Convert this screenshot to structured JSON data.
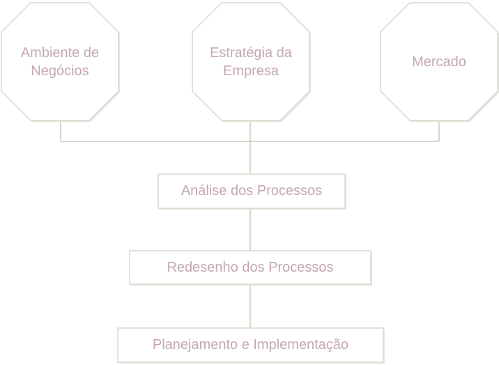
{
  "colors": {
    "text": "#c4a8b0",
    "stroke": "#d8d8cc",
    "connector": "#c8c8b8",
    "fill": "#ffffff",
    "shadow": "#e6e6e0"
  },
  "inputs": [
    {
      "label": "Ambiente de\nNegócios"
    },
    {
      "label": "Estratégia da\nEmpresa"
    },
    {
      "label": "Mercado"
    }
  ],
  "steps": [
    {
      "label": "Análise dos Processos"
    },
    {
      "label": "Redesenho dos Processos"
    },
    {
      "label": "Planejamento e Implementação"
    }
  ]
}
